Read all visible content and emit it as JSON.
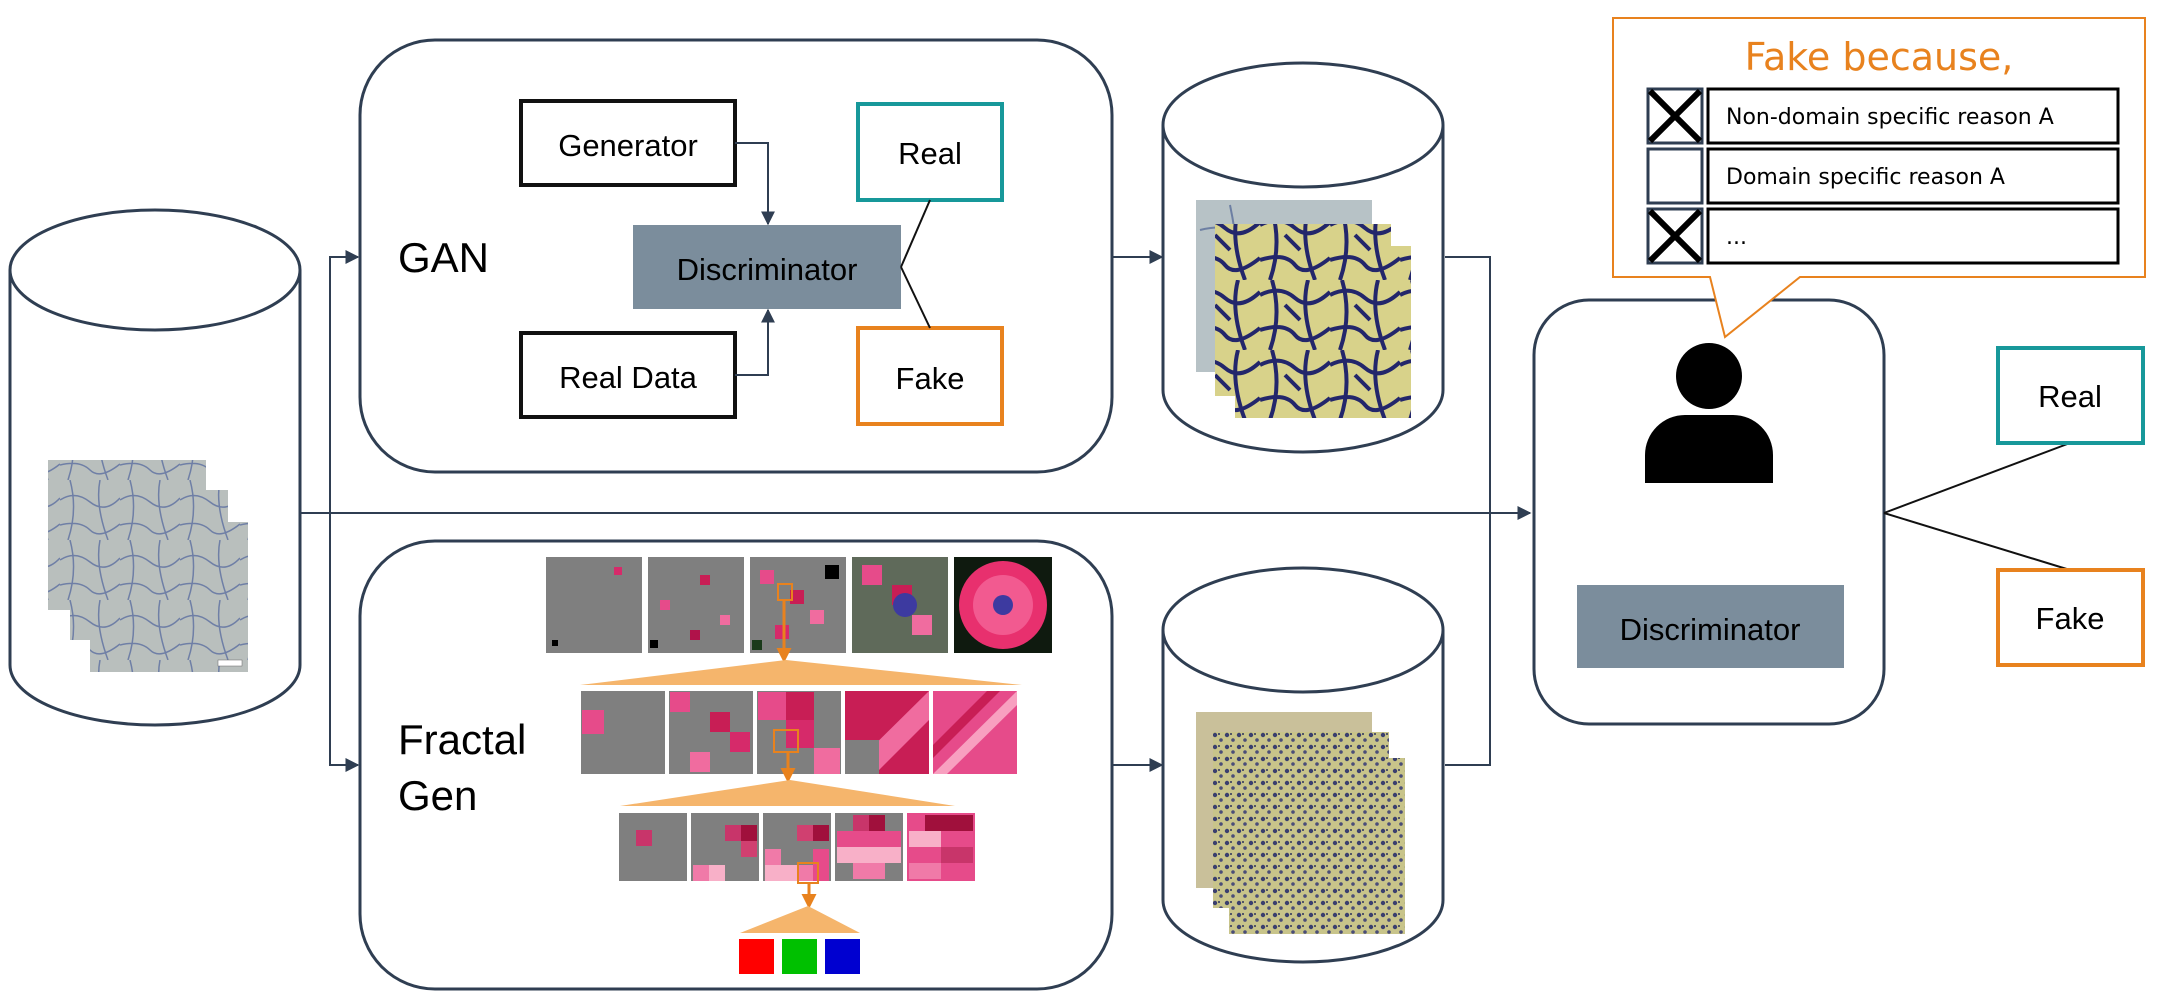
{
  "gan": {
    "title": "GAN",
    "generator": "Generator",
    "real_data": "Real Data",
    "discriminator": "Discriminator",
    "real": "Real",
    "fake": "Fake"
  },
  "fractal": {
    "title_line1": "Fractal",
    "title_line2": "Gen"
  },
  "human": {
    "discriminator": "Discriminator",
    "real": "Real",
    "fake": "Fake"
  },
  "callout": {
    "title": "Fake because,",
    "reasons": [
      {
        "text": "Non-domain specific reason A",
        "checked": true
      },
      {
        "text": "Domain specific reason A",
        "checked": false
      },
      {
        "text": "...",
        "checked": true
      }
    ]
  },
  "colors": {
    "frame": "#2f3e52",
    "real_teal": "#17989a",
    "fake_orange": "#e8821e",
    "disc_gray": "#7b8d9c",
    "fractal_orange": "#f5b56c"
  }
}
